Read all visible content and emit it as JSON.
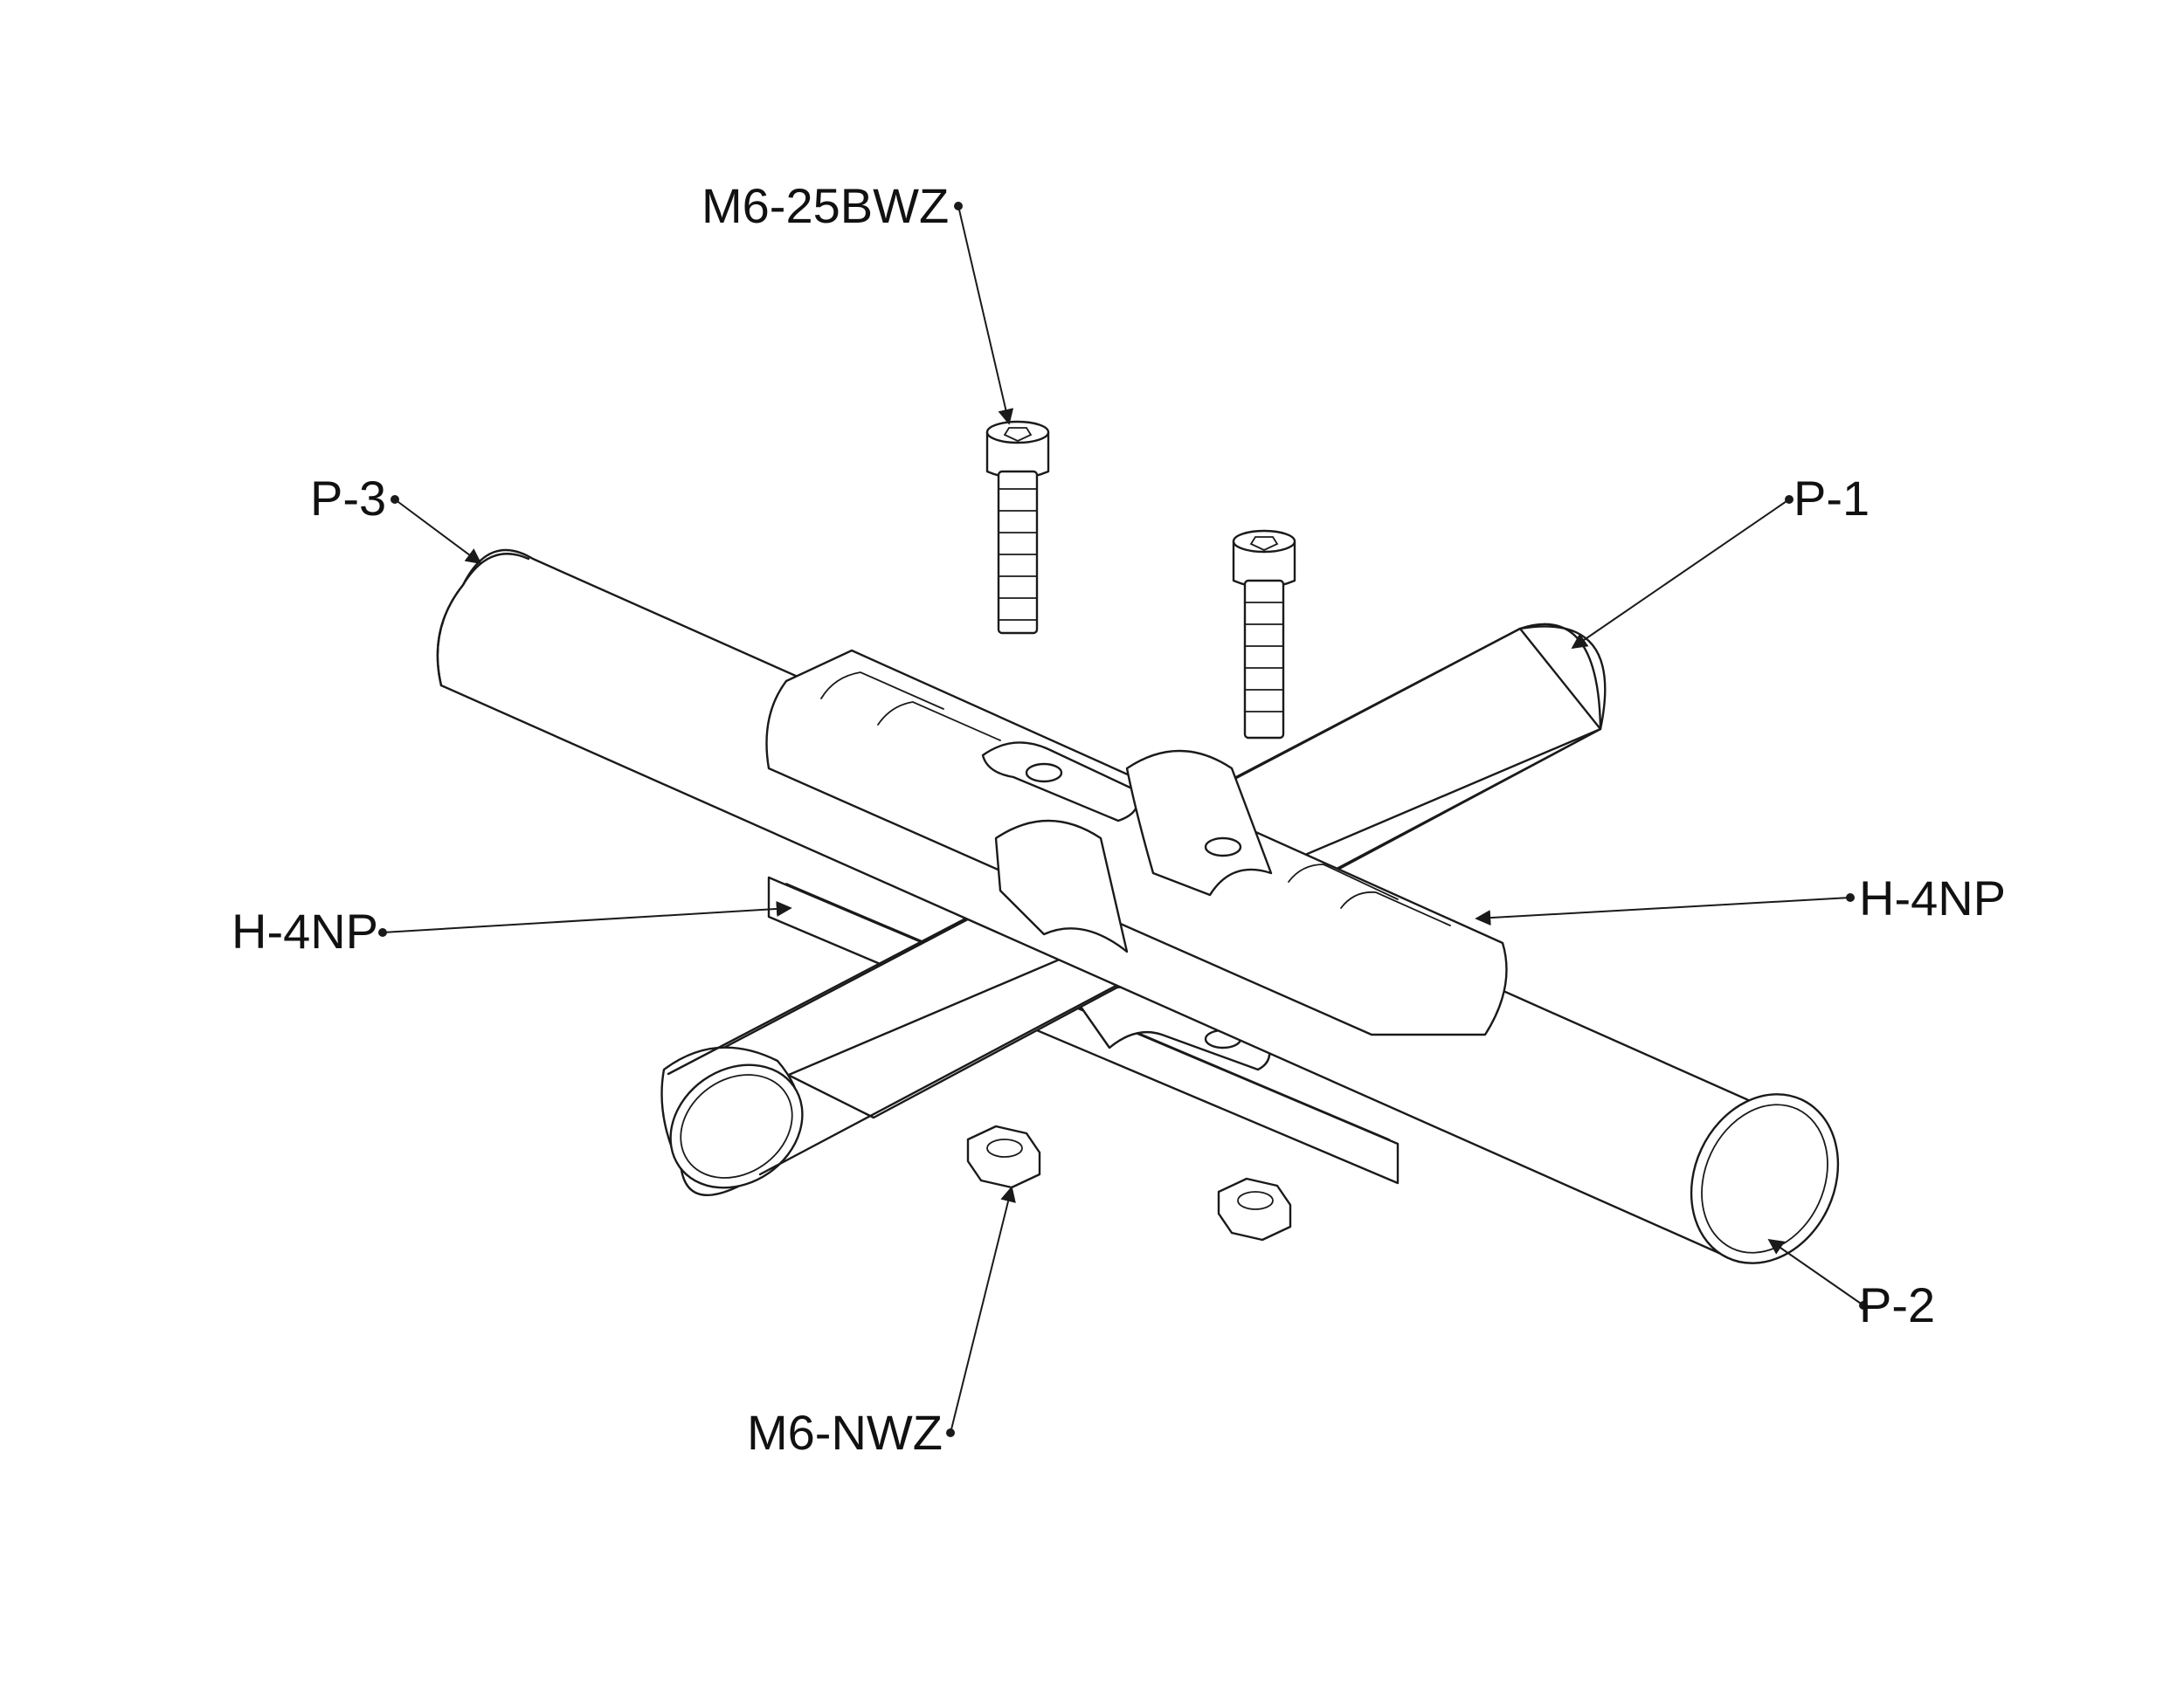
{
  "labels": {
    "bolt": "M6-25BWZ",
    "pipe_left": "P-3",
    "pipe_right": "P-1",
    "joint_left": "H-4NP",
    "joint_right": "H-4NP",
    "pipe_front": "P-2",
    "nut": "M6-NWZ"
  },
  "colors": {
    "line": "#1a1a1a",
    "fill": "#ffffff",
    "text": "#111111"
  }
}
